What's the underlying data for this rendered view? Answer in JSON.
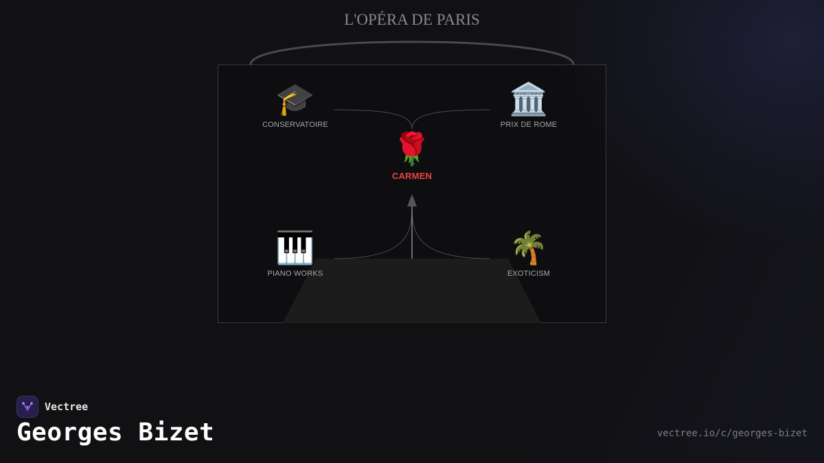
{
  "title": "L'OPÉRA DE PARIS",
  "nodes": {
    "conservatoire": {
      "icon": "graduation-cap-icon",
      "emoji": "🎓",
      "label": "CONSERVATOIRE"
    },
    "prix_de_rome": {
      "icon": "classical-building-icon",
      "emoji": "🏛️",
      "label": "PRIX DE ROME"
    },
    "carmen": {
      "icon": "rose-icon",
      "emoji": "🌹",
      "label": "CARMEN"
    },
    "piano_works": {
      "icon": "piano-keys-icon",
      "emoji": "🎹",
      "label": "PIANO WORKS"
    },
    "exoticism": {
      "icon": "palm-tree-icon",
      "emoji": "🌴",
      "label": "EXOTICISM"
    }
  },
  "colors": {
    "background": "#111114",
    "highlight": "#e8453c",
    "stage": "#1c1c1c",
    "lines": "#555555"
  },
  "footer": {
    "brand_name": "Vectree",
    "brand_icon": "vectree-logo-icon",
    "subject": "Georges Bizet",
    "url": "vectree.io/c/georges-bizet"
  }
}
